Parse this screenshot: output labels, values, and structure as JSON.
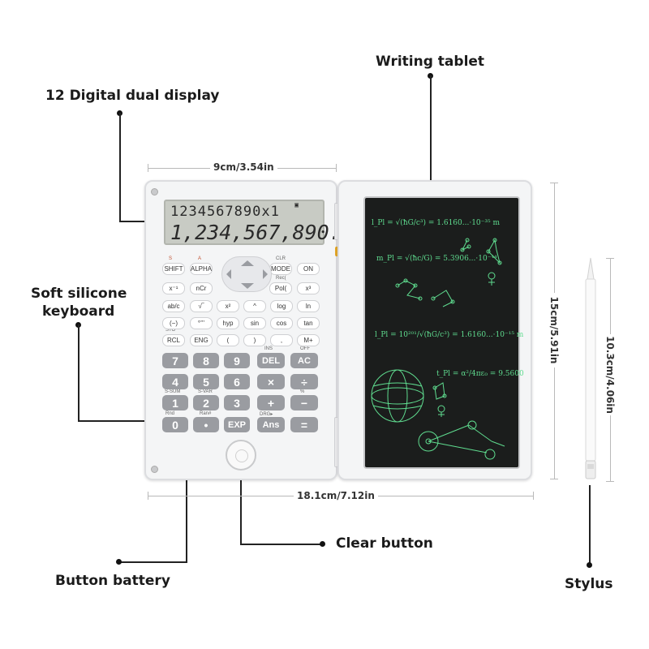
{
  "callouts": {
    "display": "12 Digital dual display",
    "tablet": "Writing tablet",
    "keyboard_line1": "Soft silicone",
    "keyboard_line2": "keyboard",
    "clear": "Clear button",
    "battery": "Button battery",
    "stylus": "Stylus"
  },
  "dimensions": {
    "calc_width": "9cm/3.54in",
    "total_width": "18.1cm/7.12in",
    "height": "15cm/5.91in",
    "stylus_length": "10.3cm/4.06in"
  },
  "lcd": {
    "line1": "1234567890x1",
    "line2": "1,234,567,890."
  },
  "keys": {
    "shift": "SHIFT",
    "alpha": "ALPHA",
    "mode": "MODE",
    "on": "ON",
    "xinv": "x⁻¹",
    "ncr": "nCr",
    "pol": "Pol(",
    "xcube": "x³",
    "abc": "ab/c",
    "sqrt": "√‾",
    "xsq": "x²",
    "pow": "^",
    "log": "log",
    "ln": "ln",
    "neg": "(−)",
    "deg": "°’’’",
    "hyp": "hyp",
    "sin": "sin",
    "cos": "cos",
    "tan": "tan",
    "rcl": "RCL",
    "eng": "ENG",
    "lp": "(",
    "rp": ")",
    "comma": ",",
    "mplus": "M+",
    "k7": "7",
    "k8": "8",
    "k9": "9",
    "del": "DEL",
    "ac": "AC",
    "k4": "4",
    "k5": "5",
    "k6": "6",
    "mul": "×",
    "div": "÷",
    "k1": "1",
    "k2": "2",
    "k3": "3",
    "add": "+",
    "sub": "−",
    "k0": "0",
    "dot": "•",
    "exp": "EXP",
    "ans": "Ans",
    "eq": "="
  },
  "sublabels": {
    "s": "S",
    "a": "A",
    "clr": "CLR",
    "sto": "STO",
    "ins": "INS",
    "ssum": "S-SUM",
    "svar": "S-VAR",
    "rnd": "Rnd",
    "ran": "Ran#",
    "drg": "DRG▸",
    "off": "OFF",
    "rect": "Rec(",
    "pct": "%"
  },
  "tablet_ink": {
    "eq1": "l_Pl = √(ħG/c³) = 1.6160...·10⁻³⁵ m",
    "eq2": "m_Pl = √(ħc/G) = 5.3906...·10⁻⁴⁴",
    "eq3": "l_Pl = 10²⁰¹/√(ħG/c³) = 1.6160...·10⁻¹⁵ m",
    "eq4": "t_Pl = α²/4πε₀ = 9.5600"
  },
  "colors": {
    "ink": "#5fdc8f",
    "board": "#1b1d1c",
    "key_gray": "#9a9ca1",
    "body": "#f4f5f6"
  }
}
